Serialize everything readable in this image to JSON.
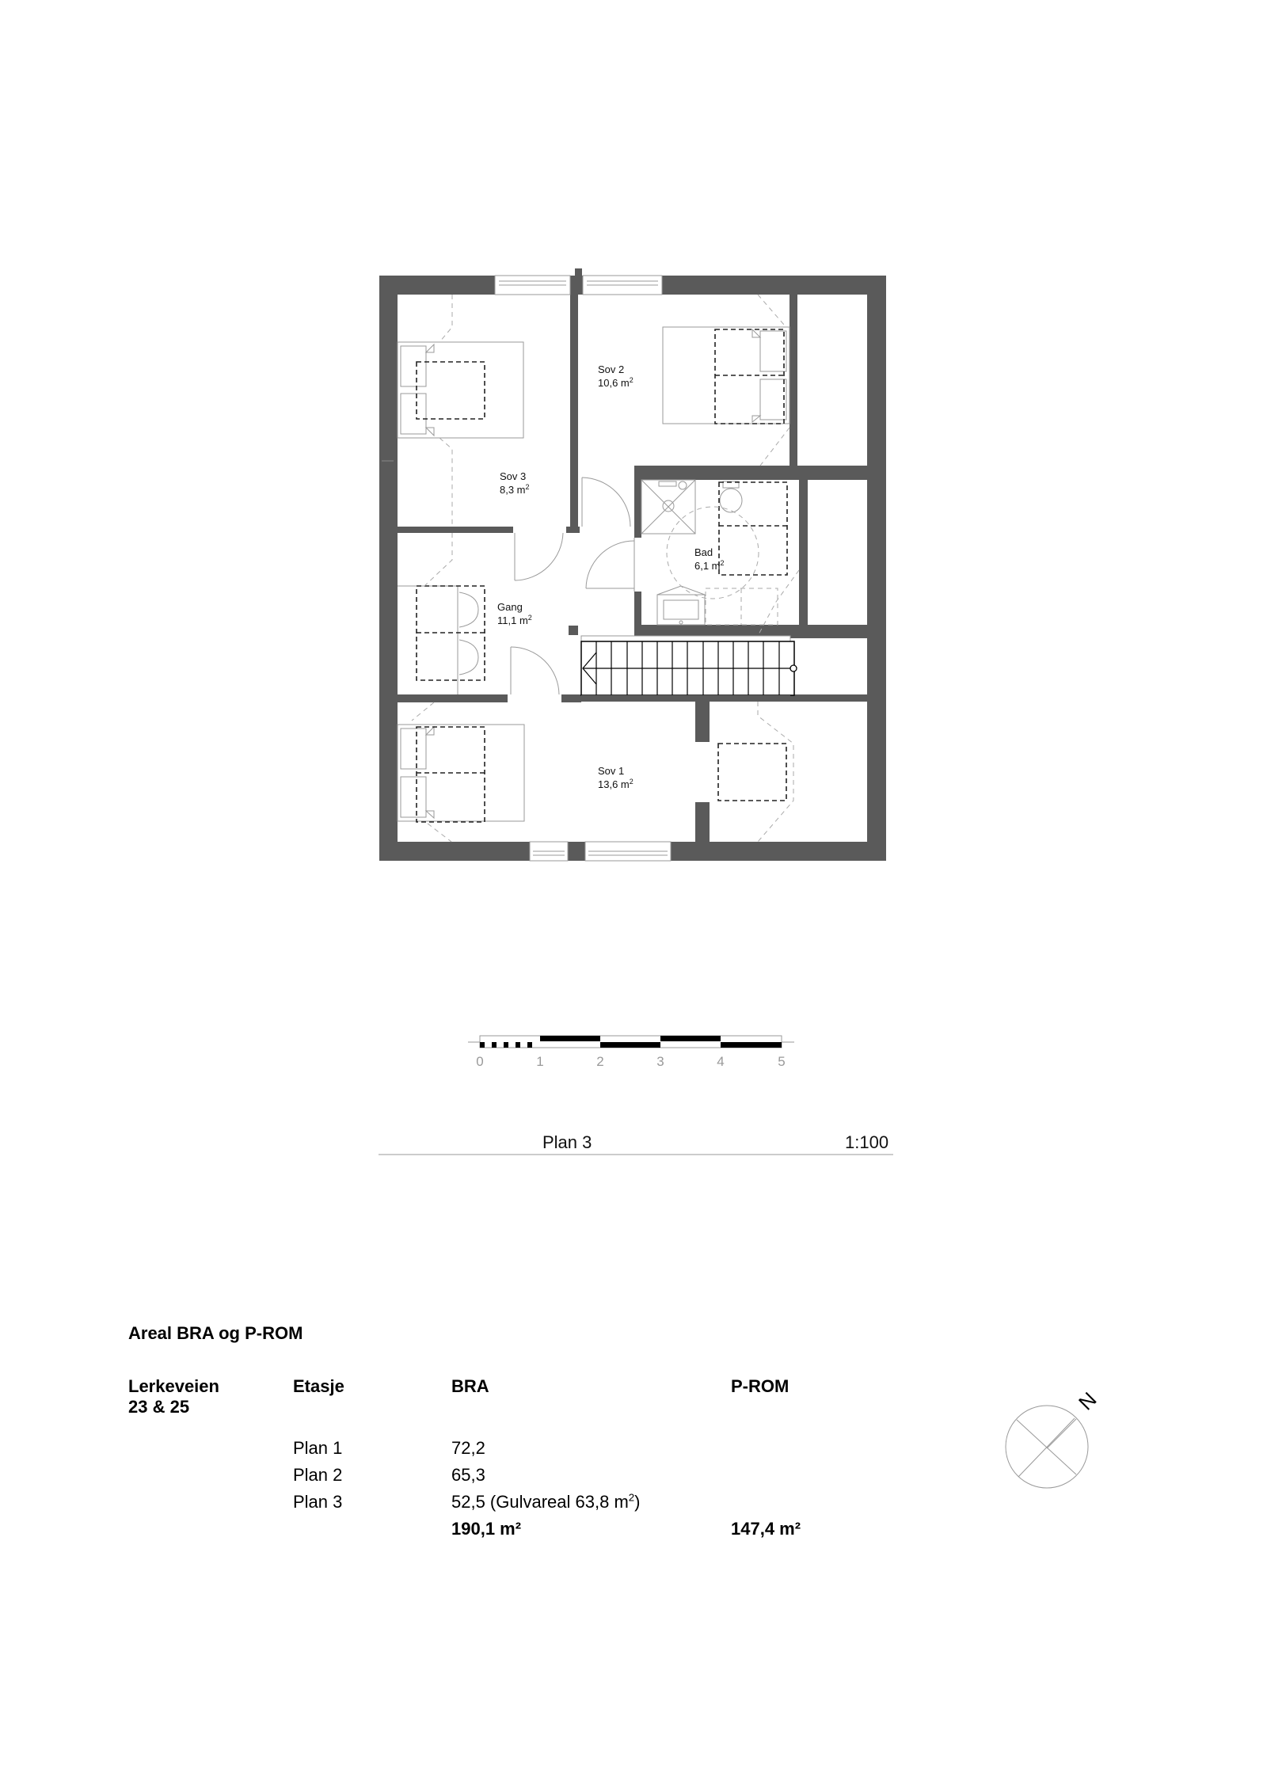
{
  "plan": {
    "rooms": [
      {
        "name": "Sov 3",
        "area": "8,3 m",
        "sup": "2"
      },
      {
        "name": "Sov 2",
        "area": "10,6 m",
        "sup": "2"
      },
      {
        "name": "Bad",
        "area": "6,1 m",
        "sup": "2"
      },
      {
        "name": "Gang",
        "area": "11,1 m",
        "sup": "2"
      },
      {
        "name": "Sov 1",
        "area": "13,6 m",
        "sup": "2"
      }
    ],
    "wall_color": "#5a5a5a"
  },
  "scale_bar": {
    "ticks": [
      "0",
      "1",
      "2",
      "3",
      "4",
      "5"
    ]
  },
  "title_line": {
    "title": "Plan 3",
    "scale": "1:100"
  },
  "area_table": {
    "title": "Areal BRA og P-ROM",
    "address_line1": "Lerkeveien",
    "address_line2": "23 & 25",
    "headers": {
      "floor": "Etasje",
      "bra": "BRA",
      "prom": "P-ROM"
    },
    "rows": [
      {
        "floor": "Plan 1",
        "bra": "72,2",
        "bra_note": ""
      },
      {
        "floor": "Plan 2",
        "bra": "65,3",
        "bra_note": ""
      },
      {
        "floor": "Plan 3",
        "bra": "52,5 (Gulvareal 63,8 m",
        "bra_note": "2",
        "bra_tail": ")"
      }
    ],
    "totals": {
      "bra": "190,1 m²",
      "prom": "147,4 m²"
    }
  },
  "compass": {
    "north_label": "N"
  }
}
